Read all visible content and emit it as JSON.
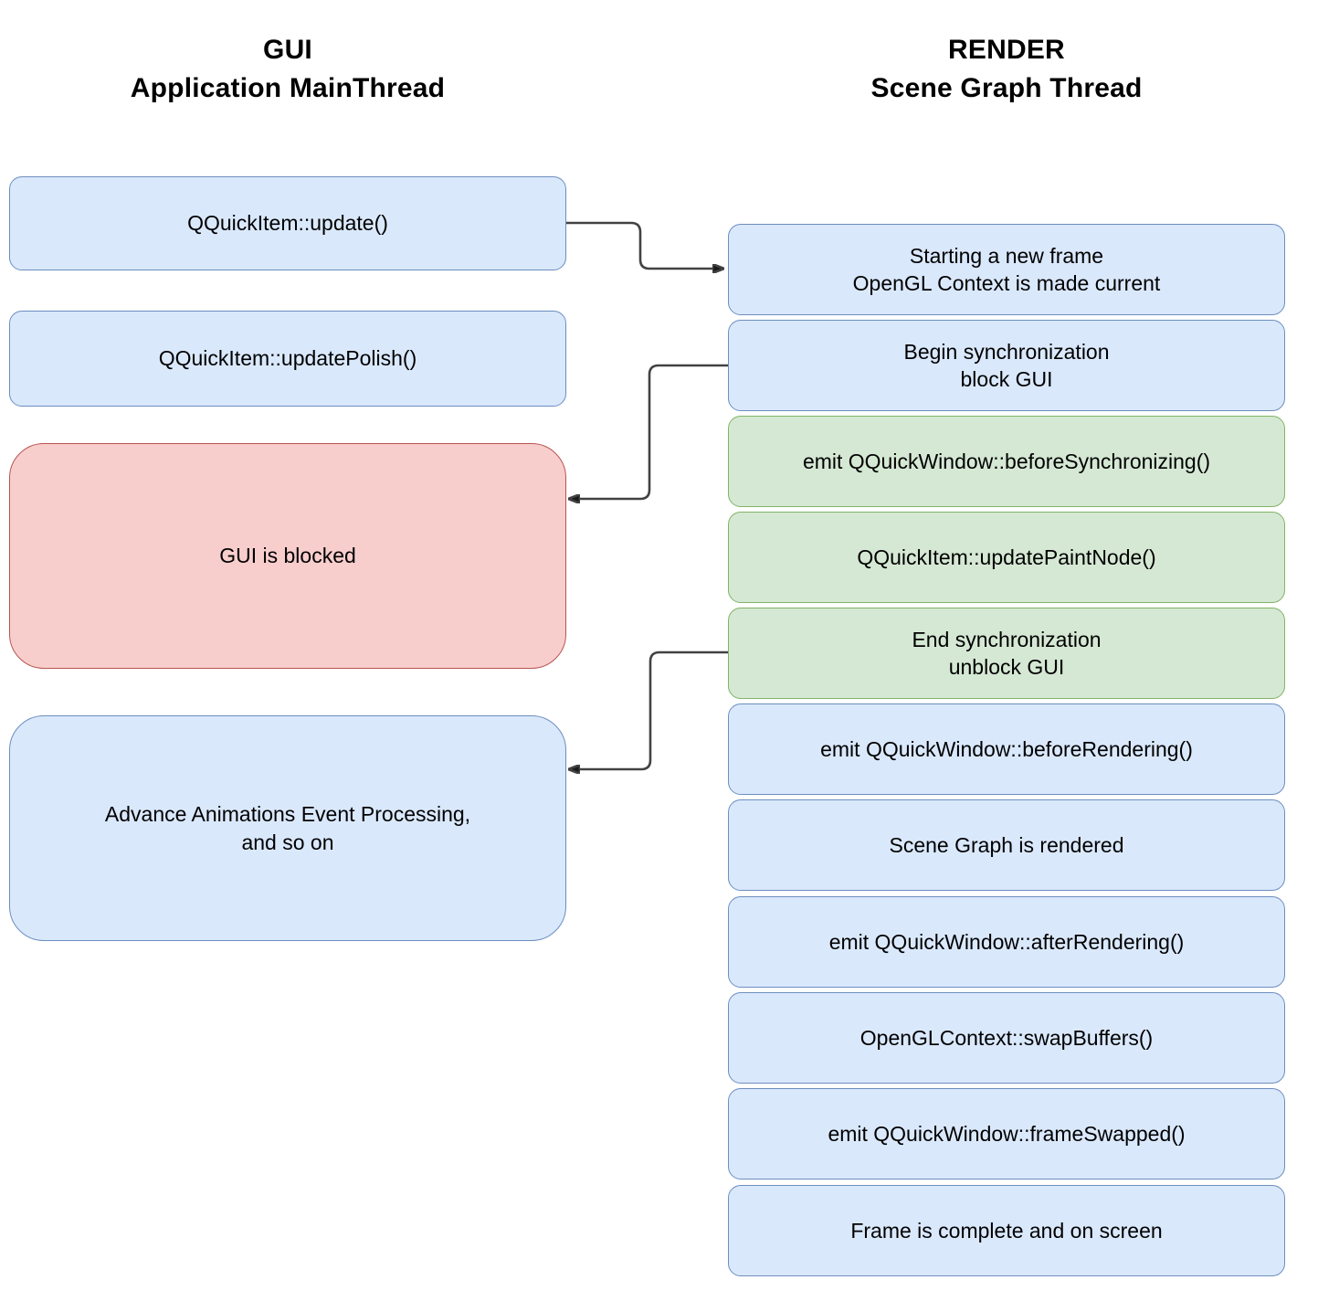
{
  "columns": {
    "gui": {
      "header": "GUI\nApplication MainThread"
    },
    "render": {
      "header": "RENDER\nScene Graph Thread"
    }
  },
  "gui_nodes": [
    {
      "id": "qquickitem-update",
      "text": "QQuickItem::update()",
      "color": "blue"
    },
    {
      "id": "qquickitem-updatepolish",
      "text": "QQuickItem::updatePolish()",
      "color": "blue"
    },
    {
      "id": "gui-is-blocked",
      "text": "GUI is blocked",
      "color": "red"
    },
    {
      "id": "advance-animations",
      "text": "Advance Animations Event Processing,\nand so on",
      "color": "blue"
    }
  ],
  "render_nodes": [
    {
      "id": "starting-new-frame",
      "text": "Starting a new frame\nOpenGL Context is made current",
      "color": "blue"
    },
    {
      "id": "begin-synchronization",
      "text": "Begin synchronization\nblock GUI",
      "color": "blue"
    },
    {
      "id": "before-synchronizing",
      "text": "emit QQuickWindow::beforeSynchronizing()",
      "color": "green"
    },
    {
      "id": "update-paint-node",
      "text": "QQuickItem::updatePaintNode()",
      "color": "green"
    },
    {
      "id": "end-synchronization",
      "text": "End synchronization\nunblock GUI",
      "color": "green"
    },
    {
      "id": "before-rendering",
      "text": "emit QQuickWindow::beforeRendering()",
      "color": "blue"
    },
    {
      "id": "scene-graph-rendered",
      "text": "Scene Graph is rendered",
      "color": "blue"
    },
    {
      "id": "after-rendering",
      "text": "emit QQuickWindow::afterRendering()",
      "color": "blue"
    },
    {
      "id": "swap-buffers",
      "text": "OpenGLContext::swapBuffers()",
      "color": "blue"
    },
    {
      "id": "frame-swapped",
      "text": "emit QQuickWindow::frameSwapped()",
      "color": "blue"
    },
    {
      "id": "frame-complete",
      "text": "Frame is complete and on screen",
      "color": "blue"
    }
  ],
  "edges": [
    {
      "from": "qquickitem-update",
      "to": "starting-new-frame"
    },
    {
      "from": "begin-synchronization",
      "to": "gui-is-blocked"
    },
    {
      "from": "end-synchronization",
      "to": "advance-animations"
    }
  ],
  "colors": {
    "blue_fill": "#dae8fc",
    "blue_border": "#6c8ebf",
    "green_fill": "#d5e8d4",
    "green_border": "#82b366",
    "red_fill": "#f8cecc",
    "red_border": "#b85450",
    "arrow": "#424242",
    "text": "#000000",
    "background": "#ffffff"
  }
}
